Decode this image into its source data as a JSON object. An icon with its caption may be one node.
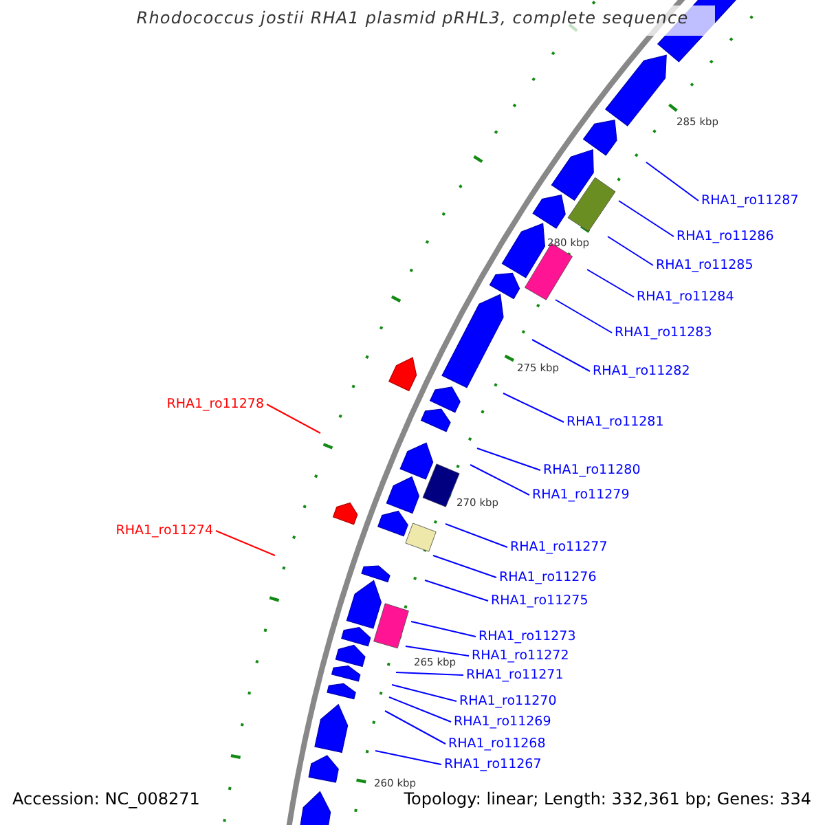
{
  "diagram": {
    "title": "Rhodococcus jostii RHA1 plasmid pRHL3, complete sequence",
    "nodes": [
      {
        "text": [
          "RHA1_ro11287"
        ]
      },
      {
        "text": [
          "RHA1_ro11286"
        ]
      },
      {
        "text": [
          "RHA1_ro11285"
        ]
      },
      {
        "text": [
          "RHA1_ro11284"
        ]
      },
      {
        "text": [
          "RHA1_ro11283"
        ]
      },
      {
        "text": [
          "RHA1_ro11282"
        ]
      },
      {
        "text": [
          "RHA1_ro11278"
        ]
      },
      {
        "text": [
          "RHA1_ro11281"
        ]
      },
      {
        "text": [
          "RHA1_ro11280"
        ]
      },
      {
        "text": [
          "RHA1_ro11279"
        ]
      },
      {
        "text": [
          "RHA1_ro11274"
        ]
      },
      {
        "text": [
          "RHA1_ro11277"
        ]
      },
      {
        "text": [
          "RHA1_ro11276"
        ]
      },
      {
        "text": [
          "RHA1_ro11275"
        ]
      },
      {
        "text": [
          "RHA1_ro11273"
        ]
      },
      {
        "text": [
          "RHA1_ro11272"
        ]
      },
      {
        "text": [
          "RHA1_ro11271"
        ]
      },
      {
        "text": [
          "RHA1_ro11270"
        ]
      },
      {
        "text": [
          "RHA1_ro11269"
        ]
      },
      {
        "text": [
          "RHA1_ro11268"
        ]
      },
      {
        "text": [
          "RHA1_ro11267"
        ]
      }
    ],
    "edges": [
      {
        "from": 0,
        "to": null,
        "arrow": "none"
      },
      {
        "from": 1,
        "to": null,
        "arrow": "none"
      },
      {
        "from": 2,
        "to": null,
        "arrow": "none"
      },
      {
        "from": 3,
        "to": null,
        "arrow": "none"
      },
      {
        "from": 4,
        "to": null,
        "arrow": "none"
      },
      {
        "from": 5,
        "to": null,
        "arrow": "none"
      },
      {
        "from": 6,
        "to": null,
        "arrow": "none",
        "color": "#ff0000"
      },
      {
        "from": 7,
        "to": null,
        "arrow": "none"
      },
      {
        "from": 8,
        "to": null,
        "arrow": "none"
      },
      {
        "from": 9,
        "to": null,
        "arrow": "none"
      },
      {
        "from": 10,
        "to": null,
        "arrow": "none",
        "color": "#ff0000"
      },
      {
        "from": 11,
        "to": null,
        "arrow": "none"
      },
      {
        "from": 12,
        "to": null,
        "arrow": "none"
      },
      {
        "from": 13,
        "to": null,
        "arrow": "none"
      },
      {
        "from": 14,
        "to": null,
        "arrow": "none"
      },
      {
        "from": 15,
        "to": null,
        "arrow": "none"
      },
      {
        "from": 16,
        "to": null,
        "arrow": "none"
      },
      {
        "from": 17,
        "to": null,
        "arrow": "none"
      },
      {
        "from": 18,
        "to": null,
        "arrow": "none"
      },
      {
        "from": 19,
        "to": null,
        "arrow": "none"
      },
      {
        "from": 20,
        "to": null,
        "arrow": "none"
      }
    ],
    "labels": [
      "285 kbp",
      "280 kbp",
      "275 kbp",
      "270 kbp",
      "265 kbp",
      "260 kbp",
      "Accession: NC_008271",
      "Topology: linear; Length: 332,361 bp; Genes: 334"
    ]
  }
}
